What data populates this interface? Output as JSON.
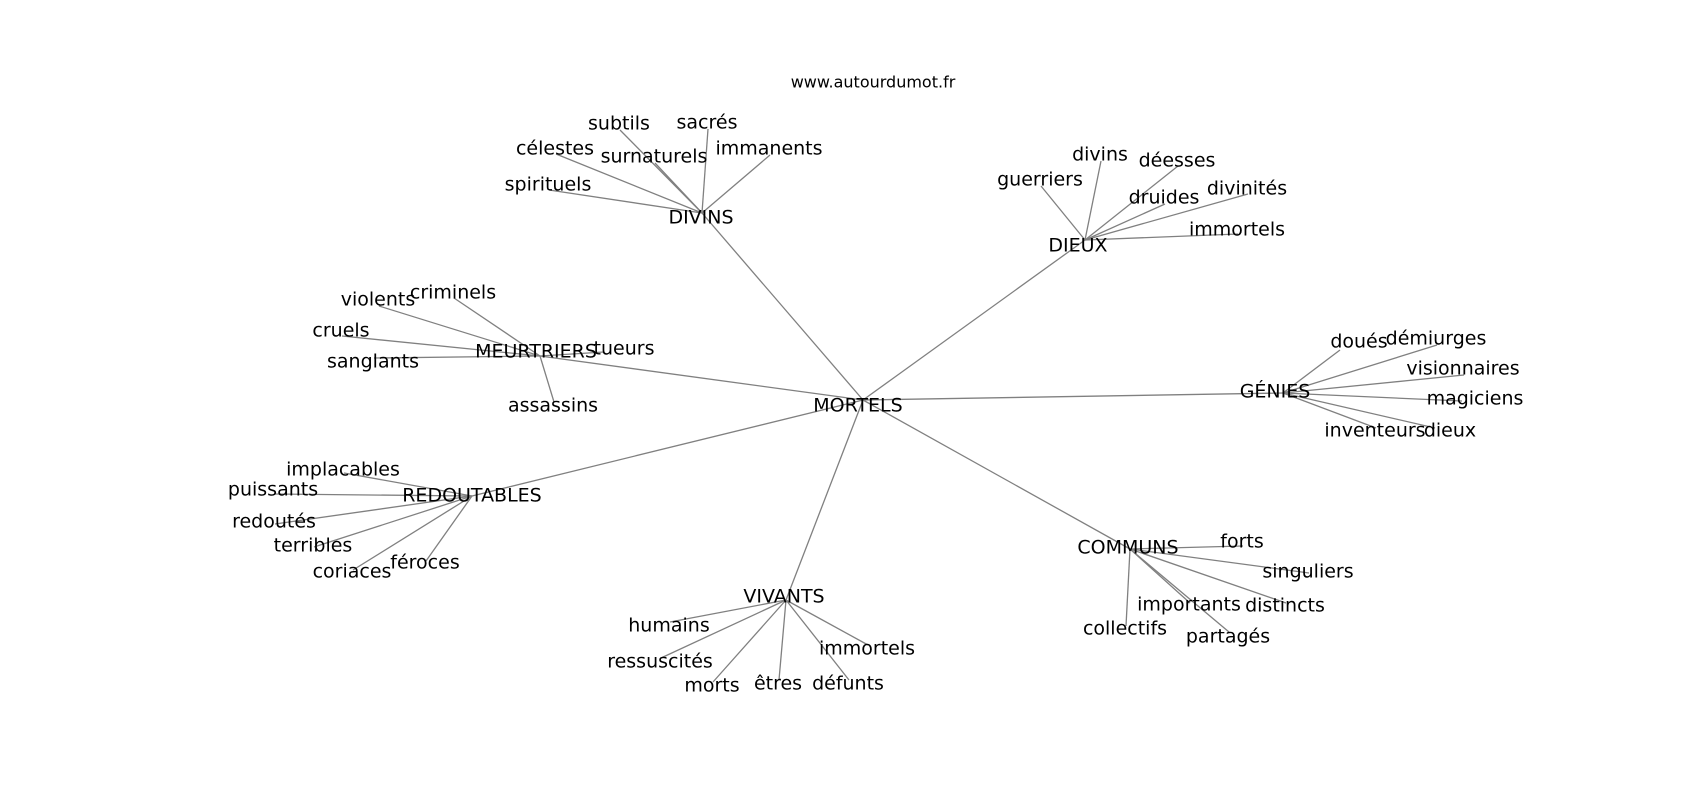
{
  "site": "www.autourdumot.fr",
  "center": "MORTELS",
  "clusters": [
    {
      "hub": "DIVINS",
      "leaves": [
        "subtils",
        "sacrés",
        "célestes",
        "surnaturels",
        "immanents",
        "spirituels"
      ]
    },
    {
      "hub": "DIEUX",
      "leaves": [
        "divins",
        "déesses",
        "guerriers",
        "druides",
        "divinités",
        "immortels"
      ]
    },
    {
      "hub": "MEURTRIERS",
      "leaves": [
        "criminels",
        "violents",
        "cruels",
        "sanglants",
        "tueurs",
        "assassins"
      ]
    },
    {
      "hub": "GÉNIES",
      "leaves": [
        "doués",
        "démiurges",
        "visionnaires",
        "magiciens",
        "inventeurs",
        "dieux"
      ]
    },
    {
      "hub": "REDOUTABLES",
      "leaves": [
        "implacables",
        "puissants",
        "redoutés",
        "terribles",
        "coriaces",
        "féroces"
      ]
    },
    {
      "hub": "COMMUNS",
      "leaves": [
        "forts",
        "singuliers",
        "importants",
        "distincts",
        "collectifs",
        "partagés"
      ]
    },
    {
      "hub": "VIVANTS",
      "leaves": [
        "humains",
        "ressuscités",
        "morts",
        "êtres",
        "défunts",
        "immortels"
      ]
    }
  ]
}
